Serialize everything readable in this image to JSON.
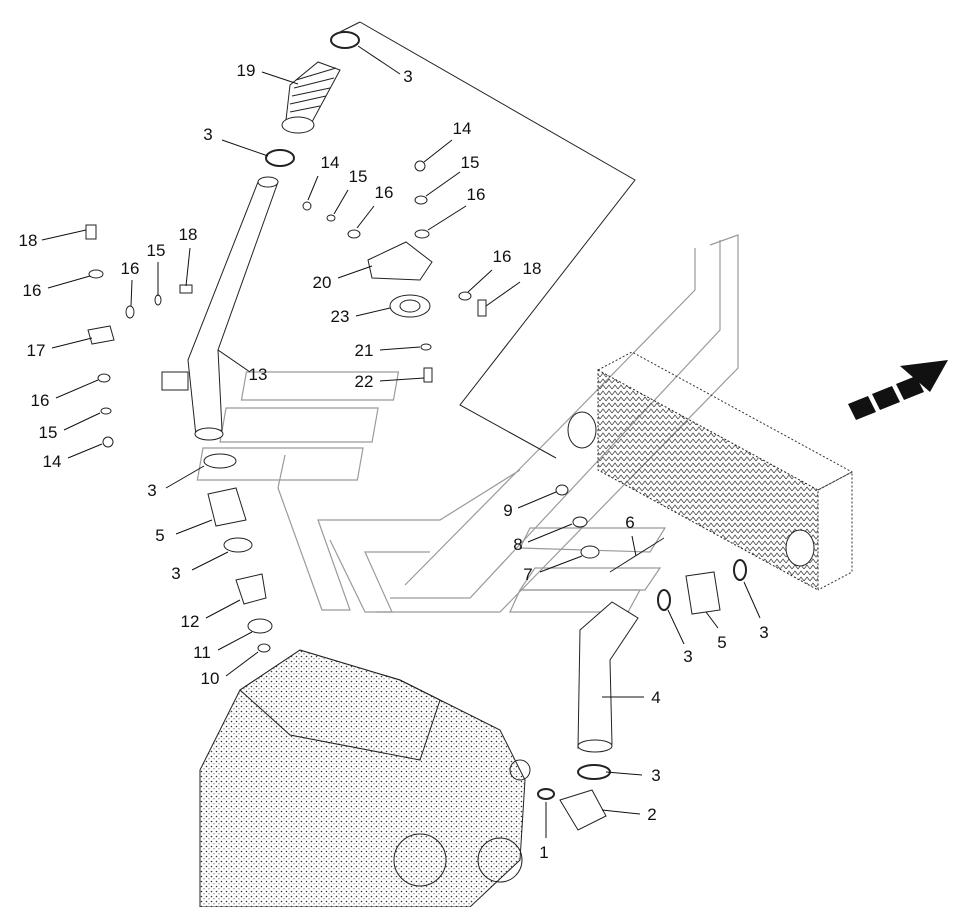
{
  "diagram": {
    "callouts": [
      {
        "id": "c-3a",
        "label": "3"
      },
      {
        "id": "c-19",
        "label": "19"
      },
      {
        "id": "c-3b",
        "label": "3"
      },
      {
        "id": "c-14a",
        "label": "14"
      },
      {
        "id": "c-15a",
        "label": "15"
      },
      {
        "id": "c-16a",
        "label": "16"
      },
      {
        "id": "c-14b",
        "label": "14"
      },
      {
        "id": "c-15b",
        "label": "15"
      },
      {
        "id": "c-16b",
        "label": "16"
      },
      {
        "id": "c-18a",
        "label": "18"
      },
      {
        "id": "c-16c",
        "label": "16"
      },
      {
        "id": "c-15c",
        "label": "15"
      },
      {
        "id": "c-18b",
        "label": "18"
      },
      {
        "id": "c-16d",
        "label": "16"
      },
      {
        "id": "c-18c",
        "label": "18"
      },
      {
        "id": "c-20",
        "label": "20"
      },
      {
        "id": "c-16e",
        "label": "16"
      },
      {
        "id": "c-23",
        "label": "23"
      },
      {
        "id": "c-17",
        "label": "17"
      },
      {
        "id": "c-21",
        "label": "21"
      },
      {
        "id": "c-13",
        "label": "13"
      },
      {
        "id": "c-22",
        "label": "22"
      },
      {
        "id": "c-16f",
        "label": "16"
      },
      {
        "id": "c-15d",
        "label": "15"
      },
      {
        "id": "c-14c",
        "label": "14"
      },
      {
        "id": "c-3c",
        "label": "3"
      },
      {
        "id": "c-9",
        "label": "9"
      },
      {
        "id": "c-6",
        "label": "6"
      },
      {
        "id": "c-5a",
        "label": "5"
      },
      {
        "id": "c-8",
        "label": "8"
      },
      {
        "id": "c-3d",
        "label": "3"
      },
      {
        "id": "c-7",
        "label": "7"
      },
      {
        "id": "c-12",
        "label": "12"
      },
      {
        "id": "c-3e",
        "label": "3"
      },
      {
        "id": "c-5b",
        "label": "5"
      },
      {
        "id": "c-3f",
        "label": "3"
      },
      {
        "id": "c-11",
        "label": "11"
      },
      {
        "id": "c-10",
        "label": "10"
      },
      {
        "id": "c-4",
        "label": "4"
      },
      {
        "id": "c-3g",
        "label": "3"
      },
      {
        "id": "c-2",
        "label": "2"
      },
      {
        "id": "c-1",
        "label": "1"
      }
    ]
  }
}
